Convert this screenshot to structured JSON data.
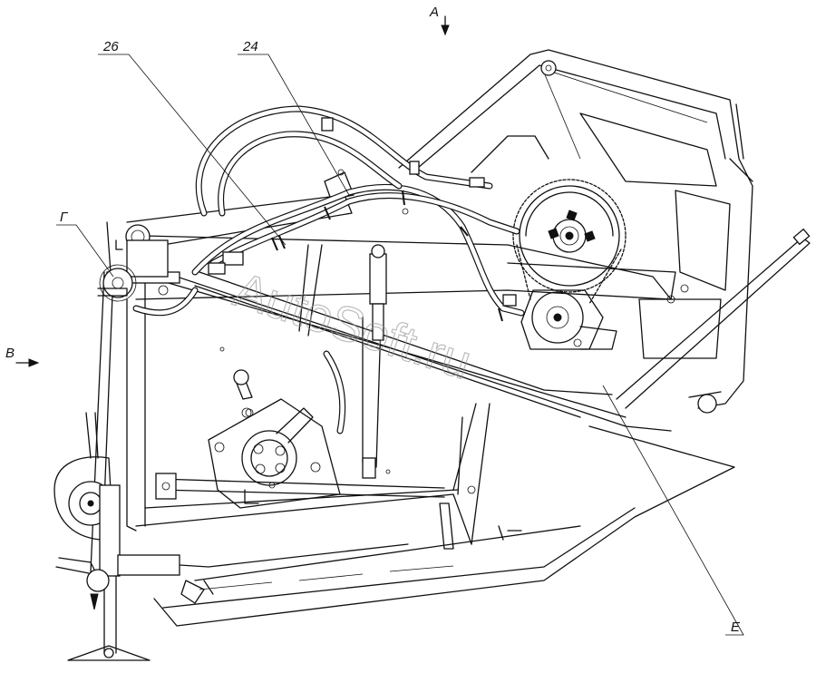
{
  "labels": {
    "view_a": "А",
    "view_b": "В",
    "callout_26": "26",
    "callout_24": "24",
    "callout_g": "Г",
    "callout_e": "Е"
  },
  "watermark": "AutoSoft.ru",
  "colors": {
    "ink": "#111111",
    "paper": "#ffffff",
    "watermark": "#999999"
  }
}
